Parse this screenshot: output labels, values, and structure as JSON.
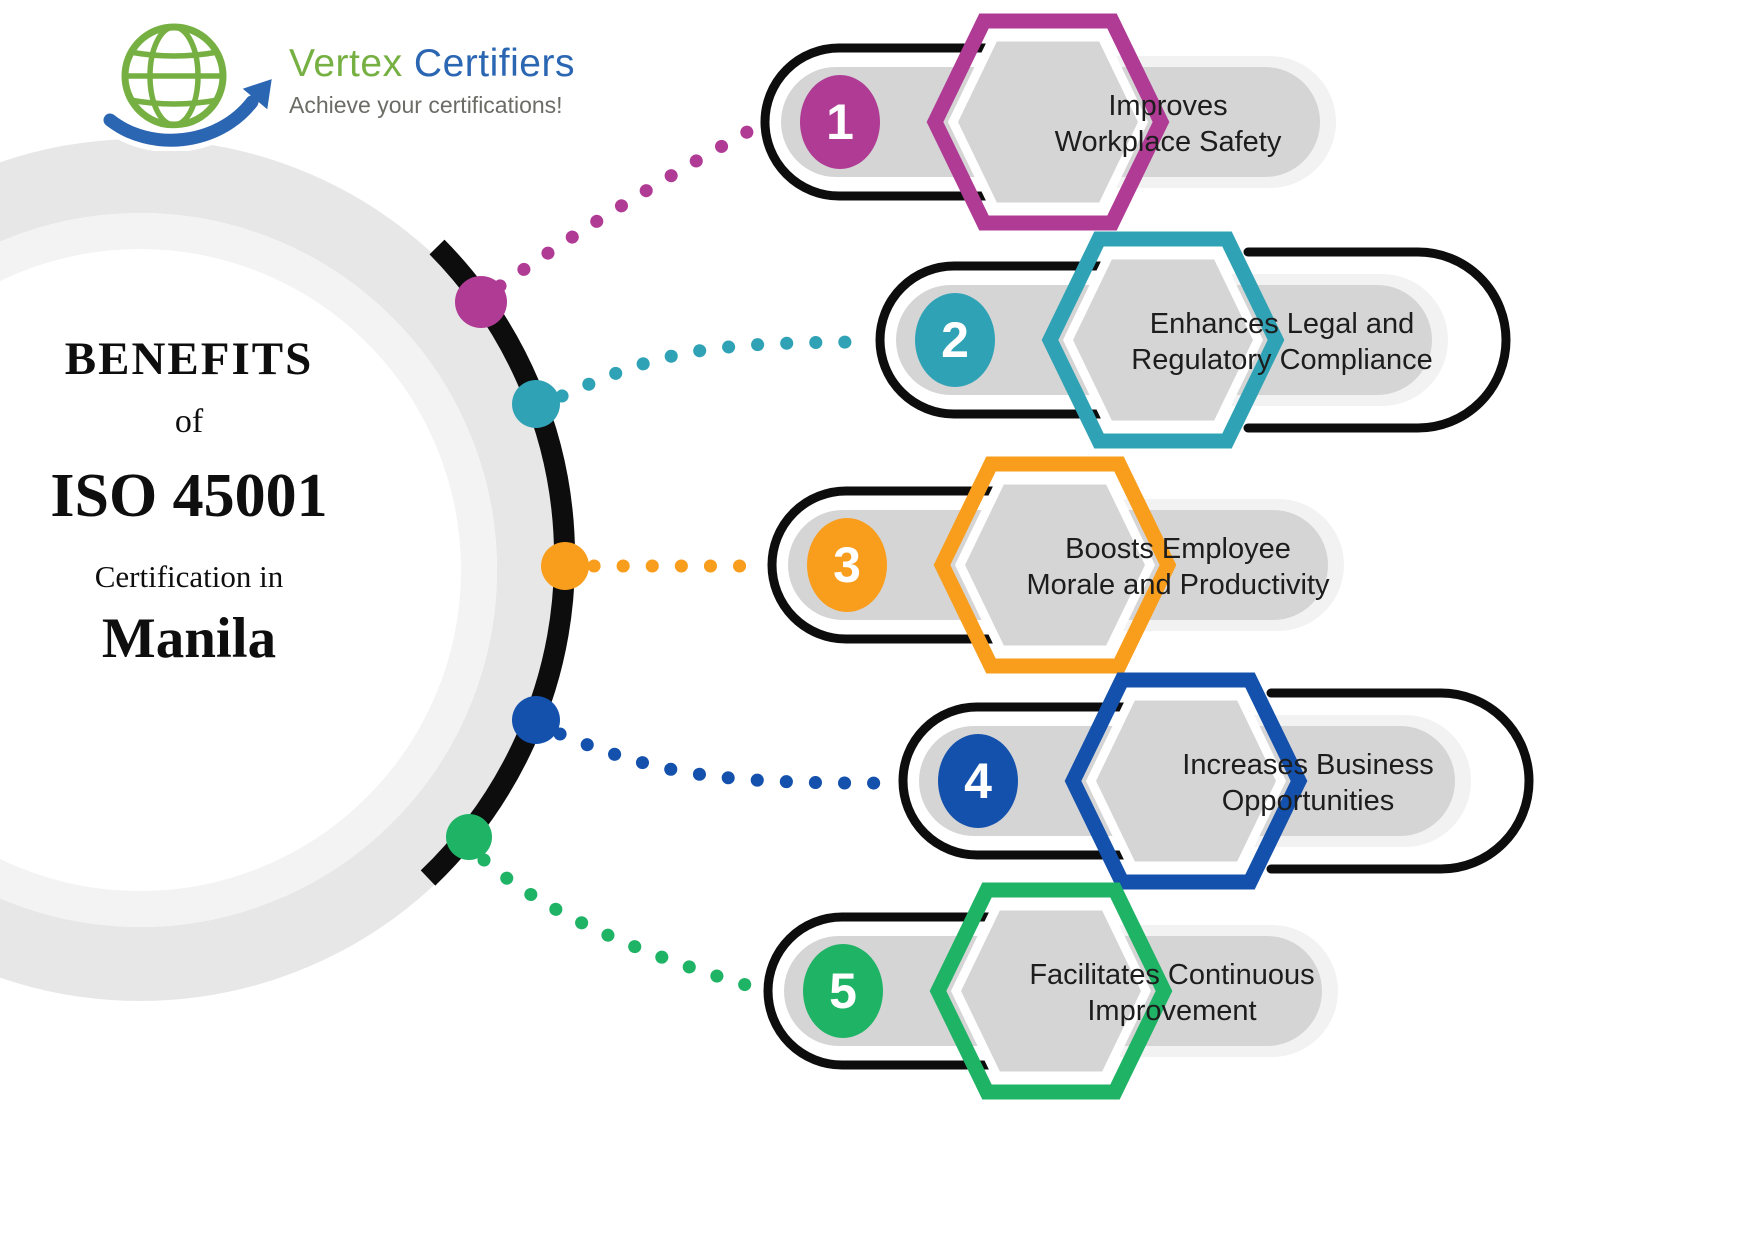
{
  "header": {
    "brand_first": "Vertex",
    "brand_second": "Certifiers",
    "tagline": "Achieve your certifications!"
  },
  "title": {
    "benefits": "BENEFITS",
    "of": "of",
    "standard": "ISO 45001",
    "certification_in": "Certification in",
    "city": "Manila"
  },
  "items": [
    {
      "number": "1",
      "color": "#b03b95",
      "label_lines": [
        "Improves",
        "Workplace Safety"
      ]
    },
    {
      "number": "2",
      "color": "#2fa3b5",
      "label_lines": [
        "Enhances Legal and",
        "Regulatory Compliance"
      ]
    },
    {
      "number": "3",
      "color": "#f99d1d",
      "label_lines": [
        "Boosts Employee",
        "Morale and Productivity"
      ]
    },
    {
      "number": "4",
      "color": "#1351ad",
      "label_lines": [
        "Increases Business",
        "Opportunities"
      ]
    },
    {
      "number": "5",
      "color": "#1fb366",
      "label_lines": [
        "Facilitates Continuous",
        "Improvement"
      ]
    }
  ],
  "colors": {
    "logo_green": "#76b043",
    "logo_blue": "#2b66b3",
    "tagline_gray": "#6c6c66",
    "pill_gray": "#d5d5d5",
    "halo_gray": "#f2f2f2",
    "ring_outer": "#e7e7e7",
    "ring_inner": "#f3f3f3",
    "line_black": "#0d0d0d",
    "text_dark": "#1d1d1d"
  }
}
